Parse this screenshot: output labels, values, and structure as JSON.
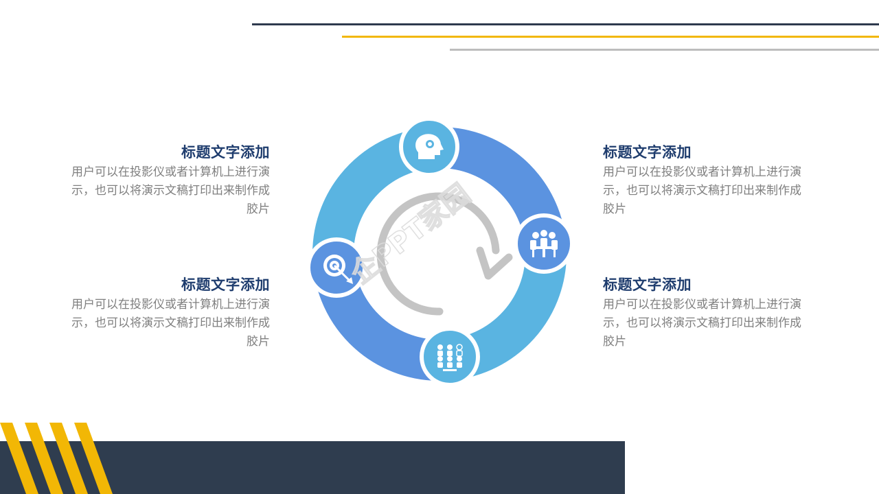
{
  "colors": {
    "navy": "#2e3a4e",
    "yellow": "#f2b705",
    "gray_line": "#bdbdbd",
    "title_blue": "#1f3d6e",
    "desc_gray": "#7f7f7f",
    "segment_light": "#5ab4e1",
    "segment_dark": "#5b93e0",
    "arrow_gray": "#c4c4c4"
  },
  "blocks": {
    "top_left": {
      "title": "标题文字添加",
      "desc": "用户可以在投影仪或者计算机上进行演示，也可以将演示文稿打印出来制作成胶片"
    },
    "bottom_left": {
      "title": "标题文字添加",
      "desc": "用户可以在投影仪或者计算机上进行演示，也可以将演示文稿打印出来制作成胶片"
    },
    "top_right": {
      "title": "标题文字添加",
      "desc": "用户可以在投影仪或者计算机上进行演示，也可以将演示文稿打印出来制作成胶片"
    },
    "bottom_right": {
      "title": "标题文字添加",
      "desc": "用户可以在投影仪或者计算机上进行演示，也可以将演示文稿打印出来制作成胶片"
    }
  },
  "diagram": {
    "icons": [
      "head-gears-icon",
      "meeting-icon",
      "team-group-icon",
      "target-icon"
    ]
  },
  "watermark": "企PPT家园"
}
